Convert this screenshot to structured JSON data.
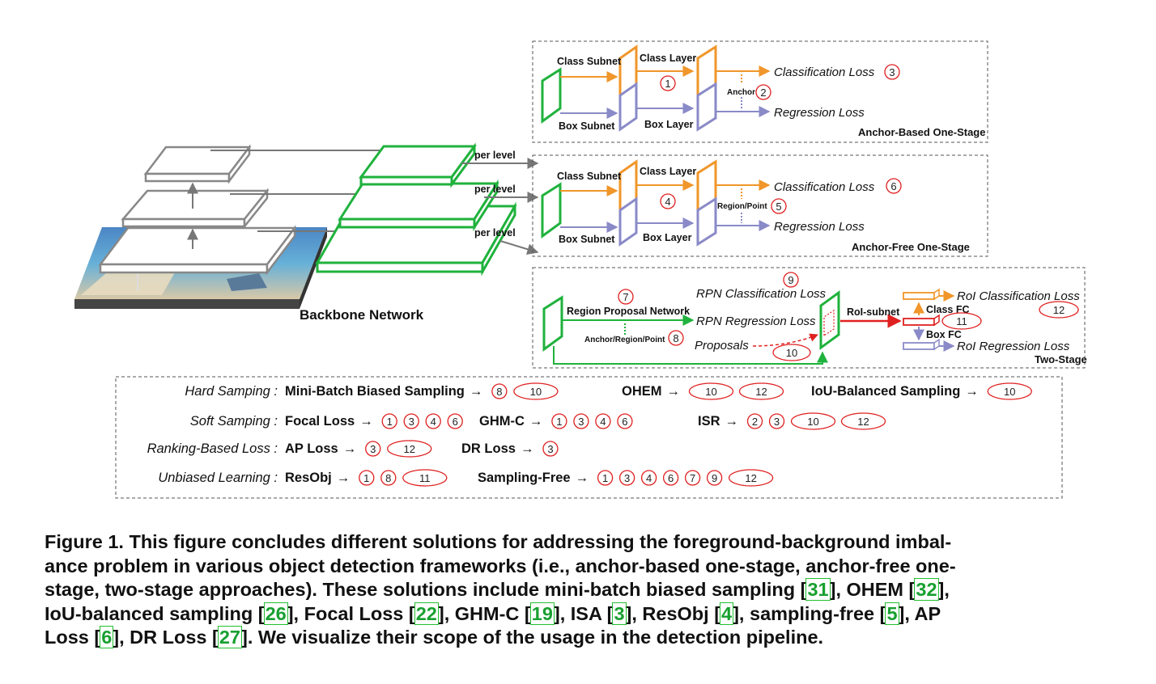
{
  "backbone": {
    "title": "Backbone Network",
    "per_level": "per level"
  },
  "anchor_based": {
    "class_subnet": "Class Subnet",
    "class_layer": "Class Layer",
    "box_subnet": "Box Subnet",
    "box_layer": "Box Layer",
    "cls_loss": "Classification Loss",
    "reg_loss": "Regression Loss",
    "anchor": "Anchor",
    "title": "Anchor-Based One-Stage",
    "n_layer": "1",
    "n_anchor": "2",
    "n_cls": "3"
  },
  "anchor_free": {
    "class_subnet": "Class Subnet",
    "class_layer": "Class Layer",
    "box_subnet": "Box Subnet",
    "box_layer": "Box Layer",
    "cls_loss": "Classification Loss",
    "reg_loss": "Regression Loss",
    "region_point": "Region/Point",
    "title": "Anchor-Free One-Stage",
    "n_layer": "4",
    "n_region": "5",
    "n_cls": "6"
  },
  "two_stage": {
    "rpn_cls": "RPN Classification Loss",
    "rpn_reg": "RPN Regression Loss",
    "region_proposal_network": "Region Proposal Network",
    "anchor_region_point": "Anchor/Region/Point",
    "proposals": "Proposals",
    "roi_subnet": "RoI-subnet",
    "class_fc": "Class FC",
    "box_fc": "Box FC",
    "roi_cls": "RoI Classification Loss",
    "roi_reg": "RoI Regression Loss",
    "title": "Two-Stage",
    "n_rpn_net": "7",
    "n_arp": "8",
    "n_rpn_cls": "9",
    "n_proposals": "10",
    "n_box_fc": "11",
    "n_roi_cls": "12"
  },
  "table": {
    "arrow": "→",
    "rows": [
      {
        "label": "Hard Samping :",
        "items": [
          {
            "text": "Mini-Batch Biased Sampling",
            "nums": [
              "8",
              "10"
            ]
          },
          {
            "text": "OHEM",
            "nums": [
              "10",
              "12"
            ]
          },
          {
            "text": "IoU-Balanced Sampling",
            "nums": [
              "10"
            ]
          }
        ]
      },
      {
        "label": "Soft Samping :",
        "items": [
          {
            "text": "Focal Loss",
            "nums": [
              "1",
              "3",
              "4",
              "6"
            ]
          },
          {
            "text": "GHM-C",
            "nums": [
              "1",
              "3",
              "4",
              "6"
            ]
          },
          {
            "text": "ISR",
            "nums": [
              "2",
              "3",
              "10",
              "12"
            ]
          }
        ]
      },
      {
        "label": "Ranking-Based Loss :",
        "items": [
          {
            "text": "AP Loss",
            "nums": [
              "3",
              "12"
            ]
          },
          {
            "text": "DR Loss",
            "nums": [
              "3"
            ]
          }
        ]
      },
      {
        "label": "Unbiased Learning :",
        "items": [
          {
            "text": "ResObj",
            "nums": [
              "1",
              "8",
              "11"
            ]
          },
          {
            "text": "Sampling-Free",
            "nums": [
              "1",
              "3",
              "4",
              "6",
              "7",
              "9",
              "12"
            ]
          }
        ]
      }
    ]
  },
  "caption": {
    "l1": "Figure 1. This figure concludes different solutions for addressing the foreground-background imbal-",
    "l2": "ance problem in various object detection frameworks (i.e., anchor-based one-stage, anchor-free one-",
    "l3a": "stage, two-stage approaches). These solutions include mini-batch biased sampling [",
    "r31": "31",
    "l3b": "], OHEM [",
    "r32": "32",
    "l3c": "],",
    "l4a": "IoU-balanced sampling [",
    "r26": "26",
    "l4b": "], Focal Loss [",
    "r22": "22",
    "l4c": "], GHM-C [",
    "r19": "19",
    "l4d": "], ISA [",
    "r3": "3",
    "l4e": "], ResObj [",
    "r4": "4",
    "l4f": "], sampling-free [",
    "r5": "5",
    "l4g": "], AP",
    "l5a": "Loss [",
    "r6": "6",
    "l5b": "], DR Loss [",
    "r27": "27",
    "l5c": "]. We visualize their scope of the usage in the detection pipeline."
  },
  "colors": {
    "orange": "#f0962a",
    "purple": "#8a8ac8",
    "green": "#1fb23c",
    "red": "#e02020",
    "gray": "#808080"
  }
}
